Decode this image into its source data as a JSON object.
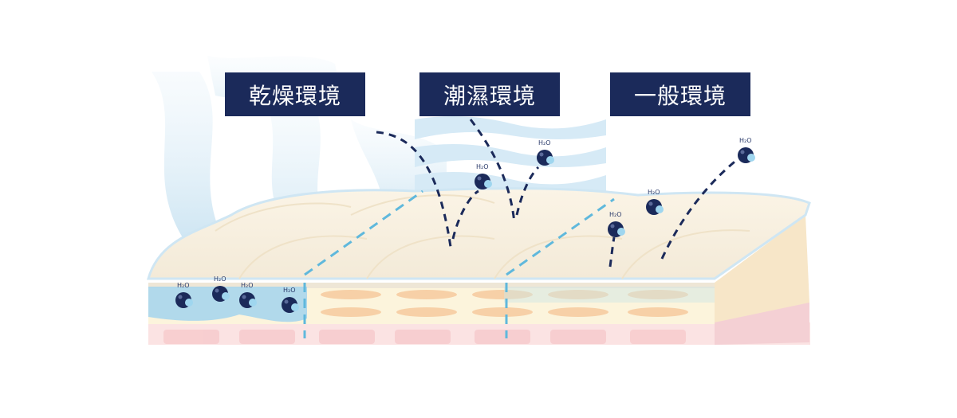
{
  "labels": {
    "dry": "乾燥環境",
    "humid": "潮濕環境",
    "normal": "一般環境"
  },
  "molecule_label": "H₂O",
  "colors": {
    "label_bg": "#1b2a5a",
    "molecule": "#1b2a5a",
    "water": "#a9d6ec",
    "dash_line": "#1b2a5a",
    "barrier_line": "#5fb8dc"
  }
}
